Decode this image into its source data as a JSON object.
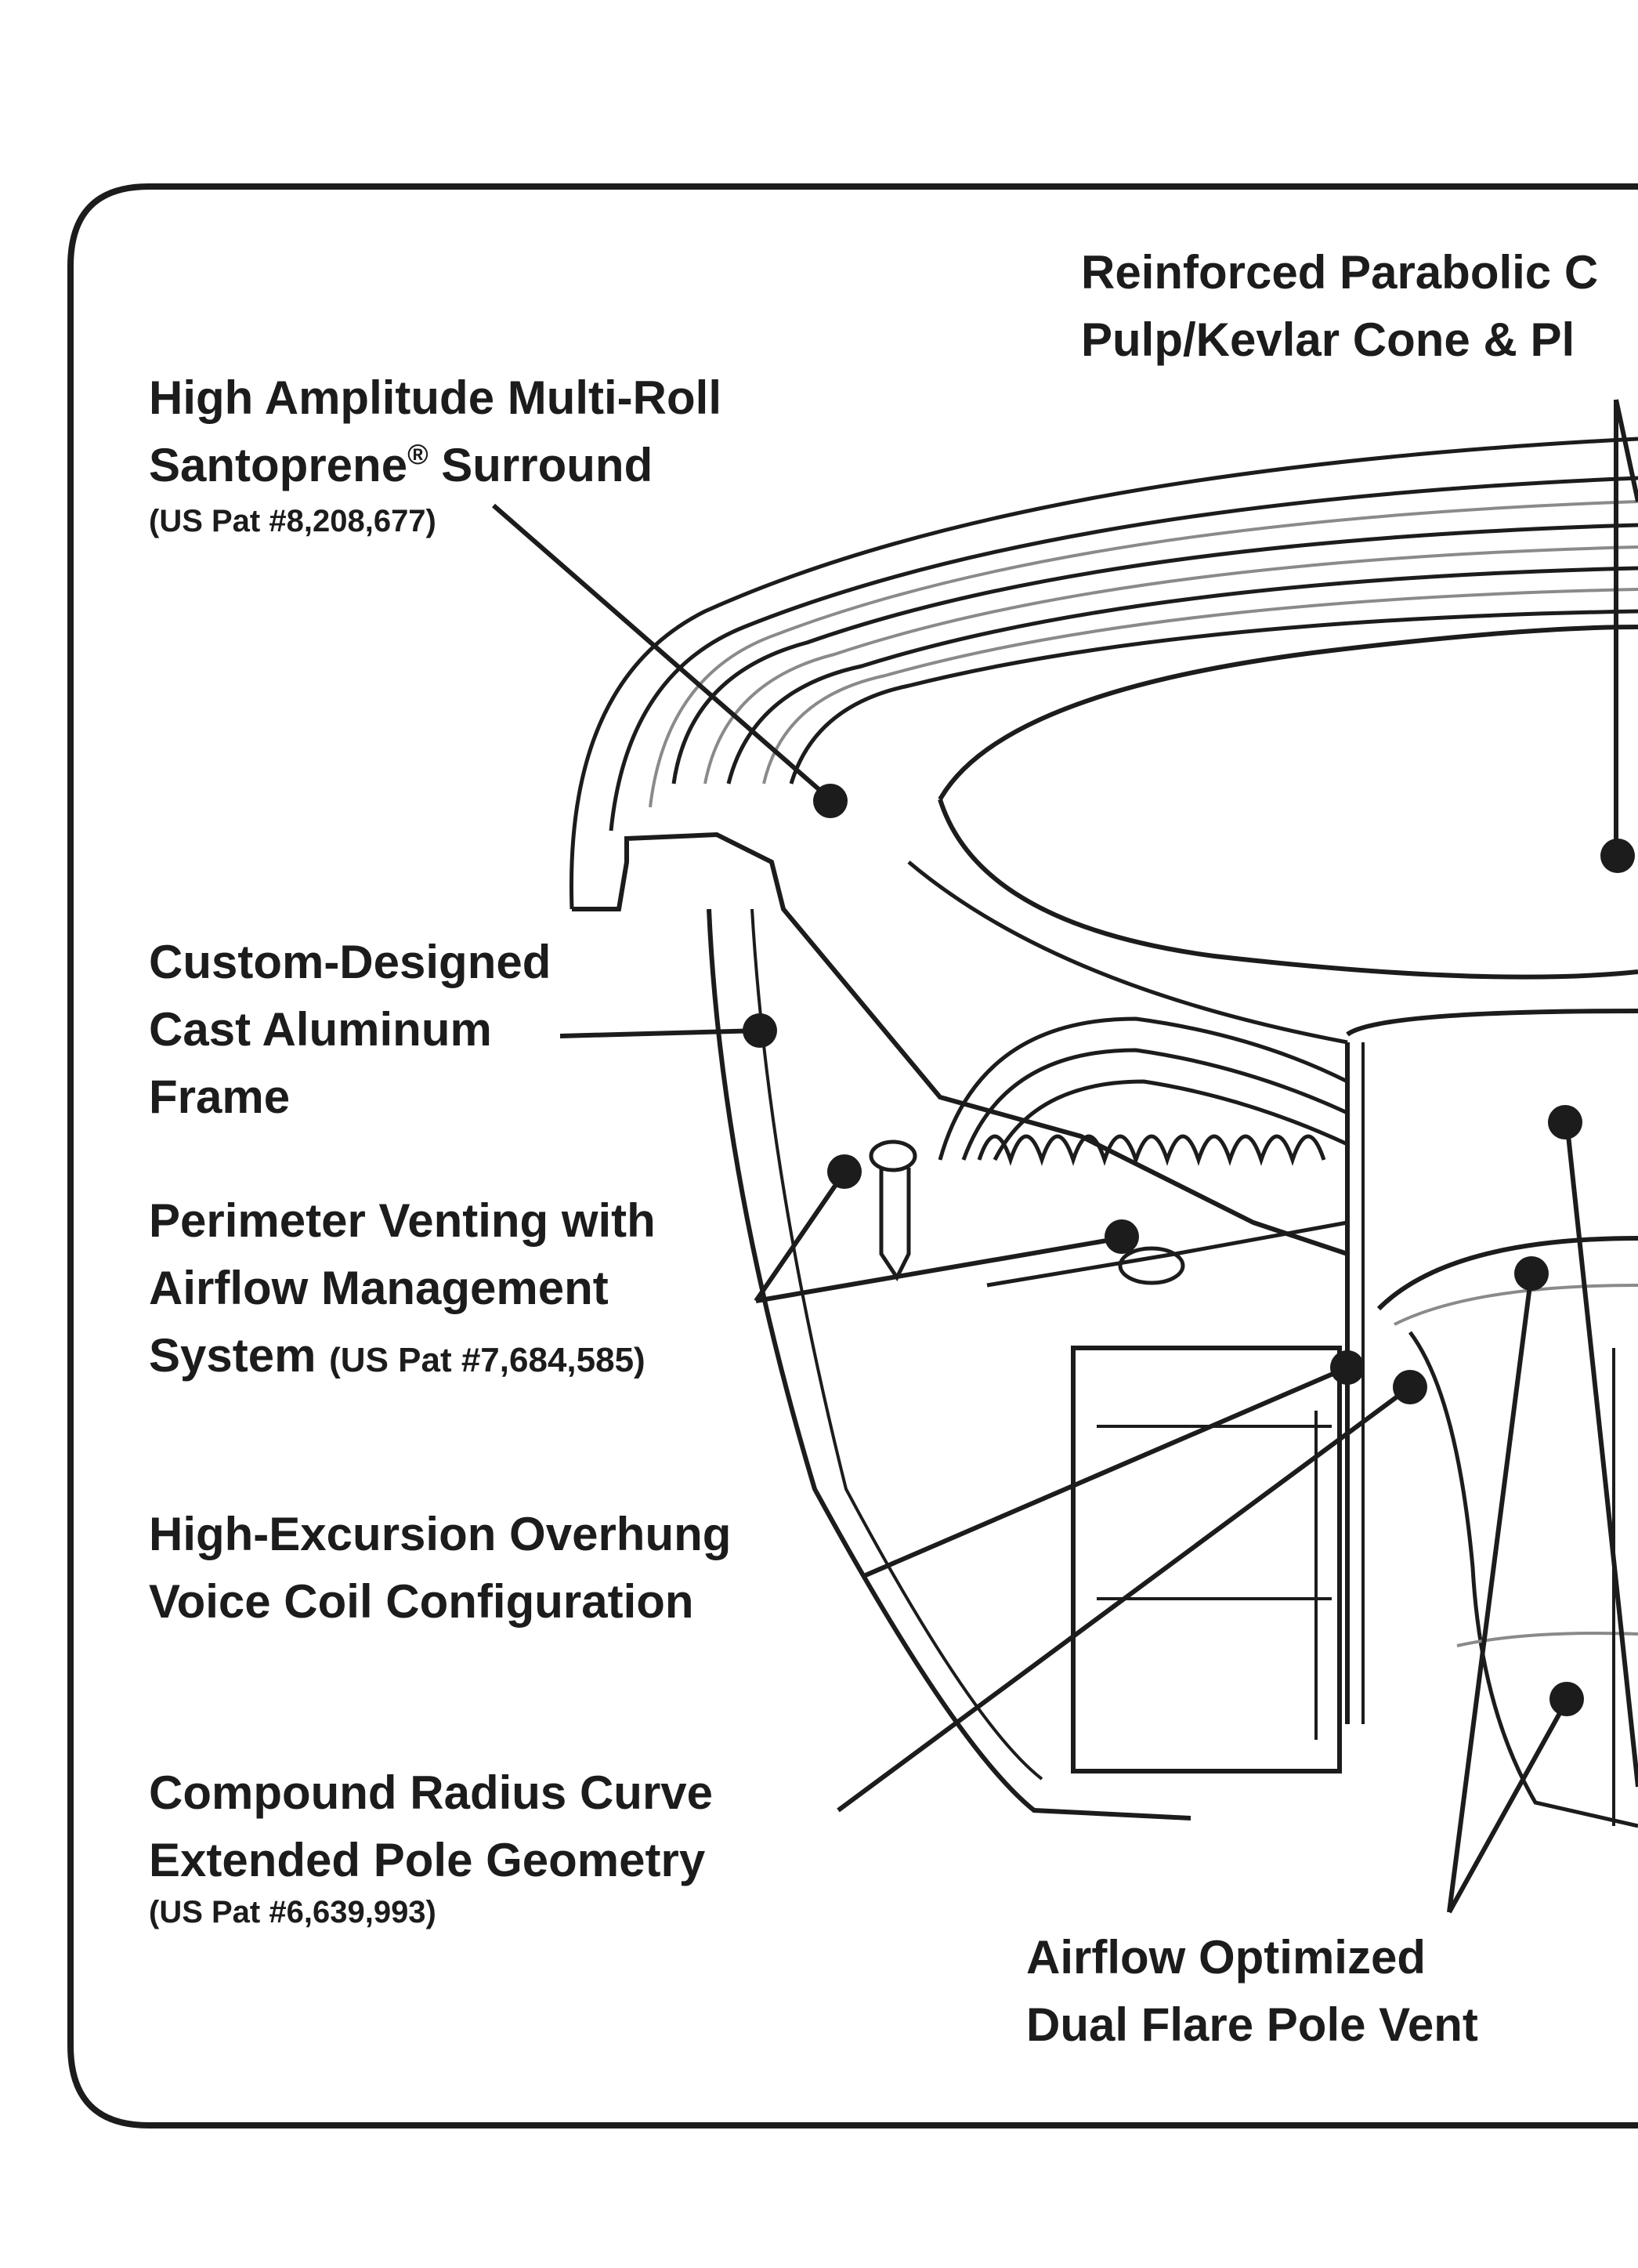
{
  "labels": {
    "cone": {
      "line1": "Reinforced Parabolic C",
      "line2": "Pulp/Kevlar Cone & Pl"
    },
    "surround": {
      "line1": "High Amplitude Multi-Roll",
      "line2_main": "Santoprene",
      "line2_sup": "®",
      "line2_tail": " Surround",
      "patent": "(US Pat #8,208,677)"
    },
    "frame": {
      "line1": "Custom-Designed",
      "line2": "Cast Aluminum",
      "line3": "Frame"
    },
    "venting": {
      "line1": "Perimeter Venting with",
      "line2": "Airflow Management",
      "line3": "System",
      "patent": "(US Pat #7,684,585)"
    },
    "voice_coil": {
      "line1": "High-Excursion Overhung",
      "line2": "Voice Coil Configuration"
    },
    "pole": {
      "line1": "Compound Radius Curve",
      "line2": "Extended Pole Geometry",
      "patent": "(US Pat #6,639,993)"
    },
    "pole_vent": {
      "line1": "Airflow Optimized",
      "line2": "Dual Flare Pole Vent"
    }
  },
  "colors": {
    "ink": "#1c1c1c",
    "line_gray": "#8a8a8a",
    "background": "#ffffff"
  }
}
